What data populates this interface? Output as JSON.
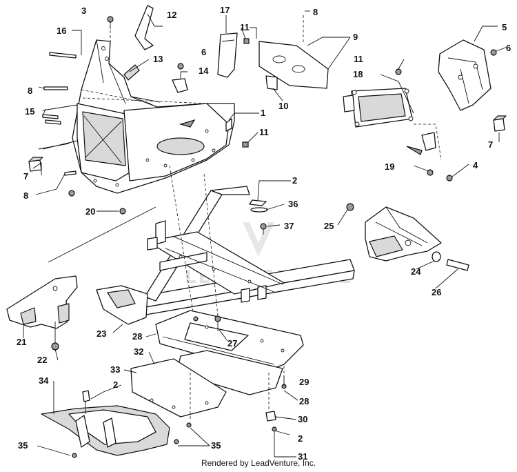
{
  "footer": {
    "credit": "Rendered by LeadVenture, Inc."
  },
  "watermark": {
    "text": "LEADVENTURE"
  },
  "callouts": [
    {
      "id": "c1",
      "label": "1"
    },
    {
      "id": "c2a",
      "label": "2"
    },
    {
      "id": "c2b",
      "label": "2"
    },
    {
      "id": "c2c",
      "label": "2"
    },
    {
      "id": "c3",
      "label": "3"
    },
    {
      "id": "c4",
      "label": "4"
    },
    {
      "id": "c5",
      "label": "5"
    },
    {
      "id": "c6a",
      "label": "6"
    },
    {
      "id": "c6b",
      "label": "6"
    },
    {
      "id": "c7a",
      "label": "7"
    },
    {
      "id": "c7b",
      "label": "7"
    },
    {
      "id": "c8a",
      "label": "8"
    },
    {
      "id": "c8b",
      "label": "8"
    },
    {
      "id": "c8c",
      "label": "8"
    },
    {
      "id": "c9",
      "label": "9"
    },
    {
      "id": "c10",
      "label": "10"
    },
    {
      "id": "c11a",
      "label": "11"
    },
    {
      "id": "c11b",
      "label": "11"
    },
    {
      "id": "c11c",
      "label": "11"
    },
    {
      "id": "c12",
      "label": "12"
    },
    {
      "id": "c13",
      "label": "13"
    },
    {
      "id": "c14",
      "label": "14"
    },
    {
      "id": "c15",
      "label": "15"
    },
    {
      "id": "c16",
      "label": "16"
    },
    {
      "id": "c17",
      "label": "17"
    },
    {
      "id": "c18",
      "label": "18"
    },
    {
      "id": "c19",
      "label": "19"
    },
    {
      "id": "c20",
      "label": "20"
    },
    {
      "id": "c21",
      "label": "21"
    },
    {
      "id": "c22",
      "label": "22"
    },
    {
      "id": "c23",
      "label": "23"
    },
    {
      "id": "c24",
      "label": "24"
    },
    {
      "id": "c25",
      "label": "25"
    },
    {
      "id": "c26",
      "label": "26"
    },
    {
      "id": "c27",
      "label": "27"
    },
    {
      "id": "c28a",
      "label": "28"
    },
    {
      "id": "c28b",
      "label": "28"
    },
    {
      "id": "c29",
      "label": "29"
    },
    {
      "id": "c30",
      "label": "30"
    },
    {
      "id": "c31",
      "label": "31"
    },
    {
      "id": "c32",
      "label": "32"
    },
    {
      "id": "c33",
      "label": "33"
    },
    {
      "id": "c34",
      "label": "34"
    },
    {
      "id": "c35a",
      "label": "35"
    },
    {
      "id": "c35b",
      "label": "35"
    },
    {
      "id": "c36",
      "label": "36"
    },
    {
      "id": "c37",
      "label": "37"
    }
  ]
}
